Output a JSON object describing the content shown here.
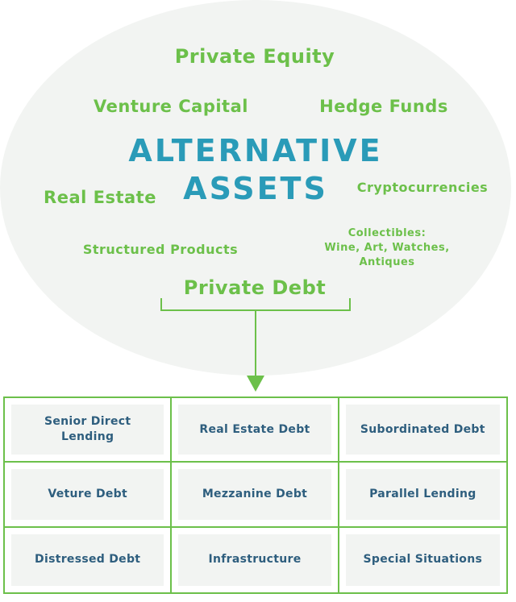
{
  "diagram": {
    "title_line1": "ALTERNATIVE",
    "title_line2": "ASSETS",
    "terms": {
      "private_equity": "Private Equity",
      "venture_capital": "Venture Capital",
      "hedge_funds": "Hedge Funds",
      "real_estate": "Real Estate",
      "cryptocurrencies": "Cryptocurrencies",
      "structured_products": "Structured Products",
      "collectibles_line1": "Collectibles:",
      "collectibles_line2": "Wine, Art, Watches,",
      "collectibles_line3": "Antiques",
      "private_debt": "Private Debt"
    },
    "private_debt_types": [
      "Senior Direct Lending",
      "Real Estate Debt",
      "Subordinated Debt",
      "Veture Debt",
      "Mezzanine Debt",
      "Parallel Lending",
      "Distressed Debt",
      "Infrastructure",
      "Special Situations"
    ],
    "colors": {
      "green": "#6cc04a",
      "teal": "#2a9bb8",
      "navy": "#2e5e7e",
      "background": "#f2f4f2"
    }
  }
}
